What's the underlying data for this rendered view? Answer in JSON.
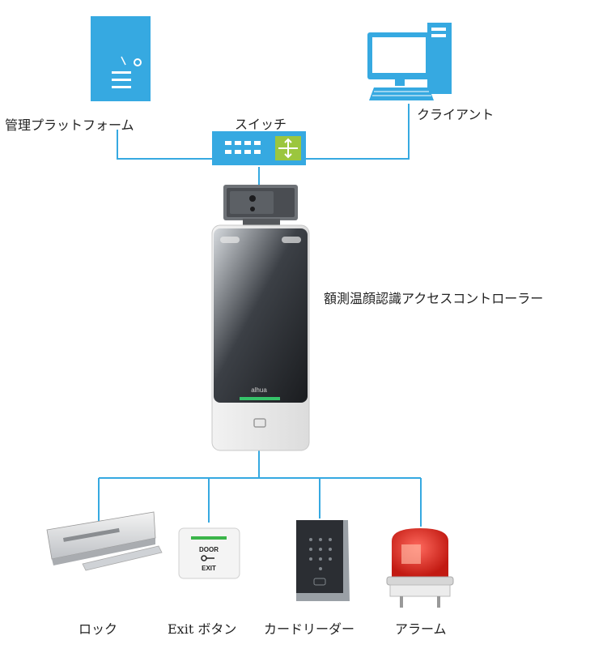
{
  "labels": {
    "platform": "管理プラットフォーム",
    "switch": "スイッチ",
    "client": "クライアント",
    "controller": "額測温顔認識アクセスコントローラー",
    "lock": "ロック",
    "exit_button": "Exit ボタン",
    "card_reader": "カードリーダー",
    "alarm": "アラーム"
  },
  "device_text": {
    "exit_top": "DOOR",
    "exit_bottom": "EXIT",
    "brand": "alhua"
  },
  "icons": [
    "server-icon",
    "switch-icon",
    "computer-icon",
    "access-controller-icon",
    "magnetic-lock-icon",
    "exit-button-icon",
    "card-reader-icon",
    "alarm-light-icon"
  ],
  "colors": {
    "accent": "#36a9e1",
    "line": "#36a9e1",
    "alarm": "#e0261c",
    "switch_green": "#9bc63e"
  }
}
